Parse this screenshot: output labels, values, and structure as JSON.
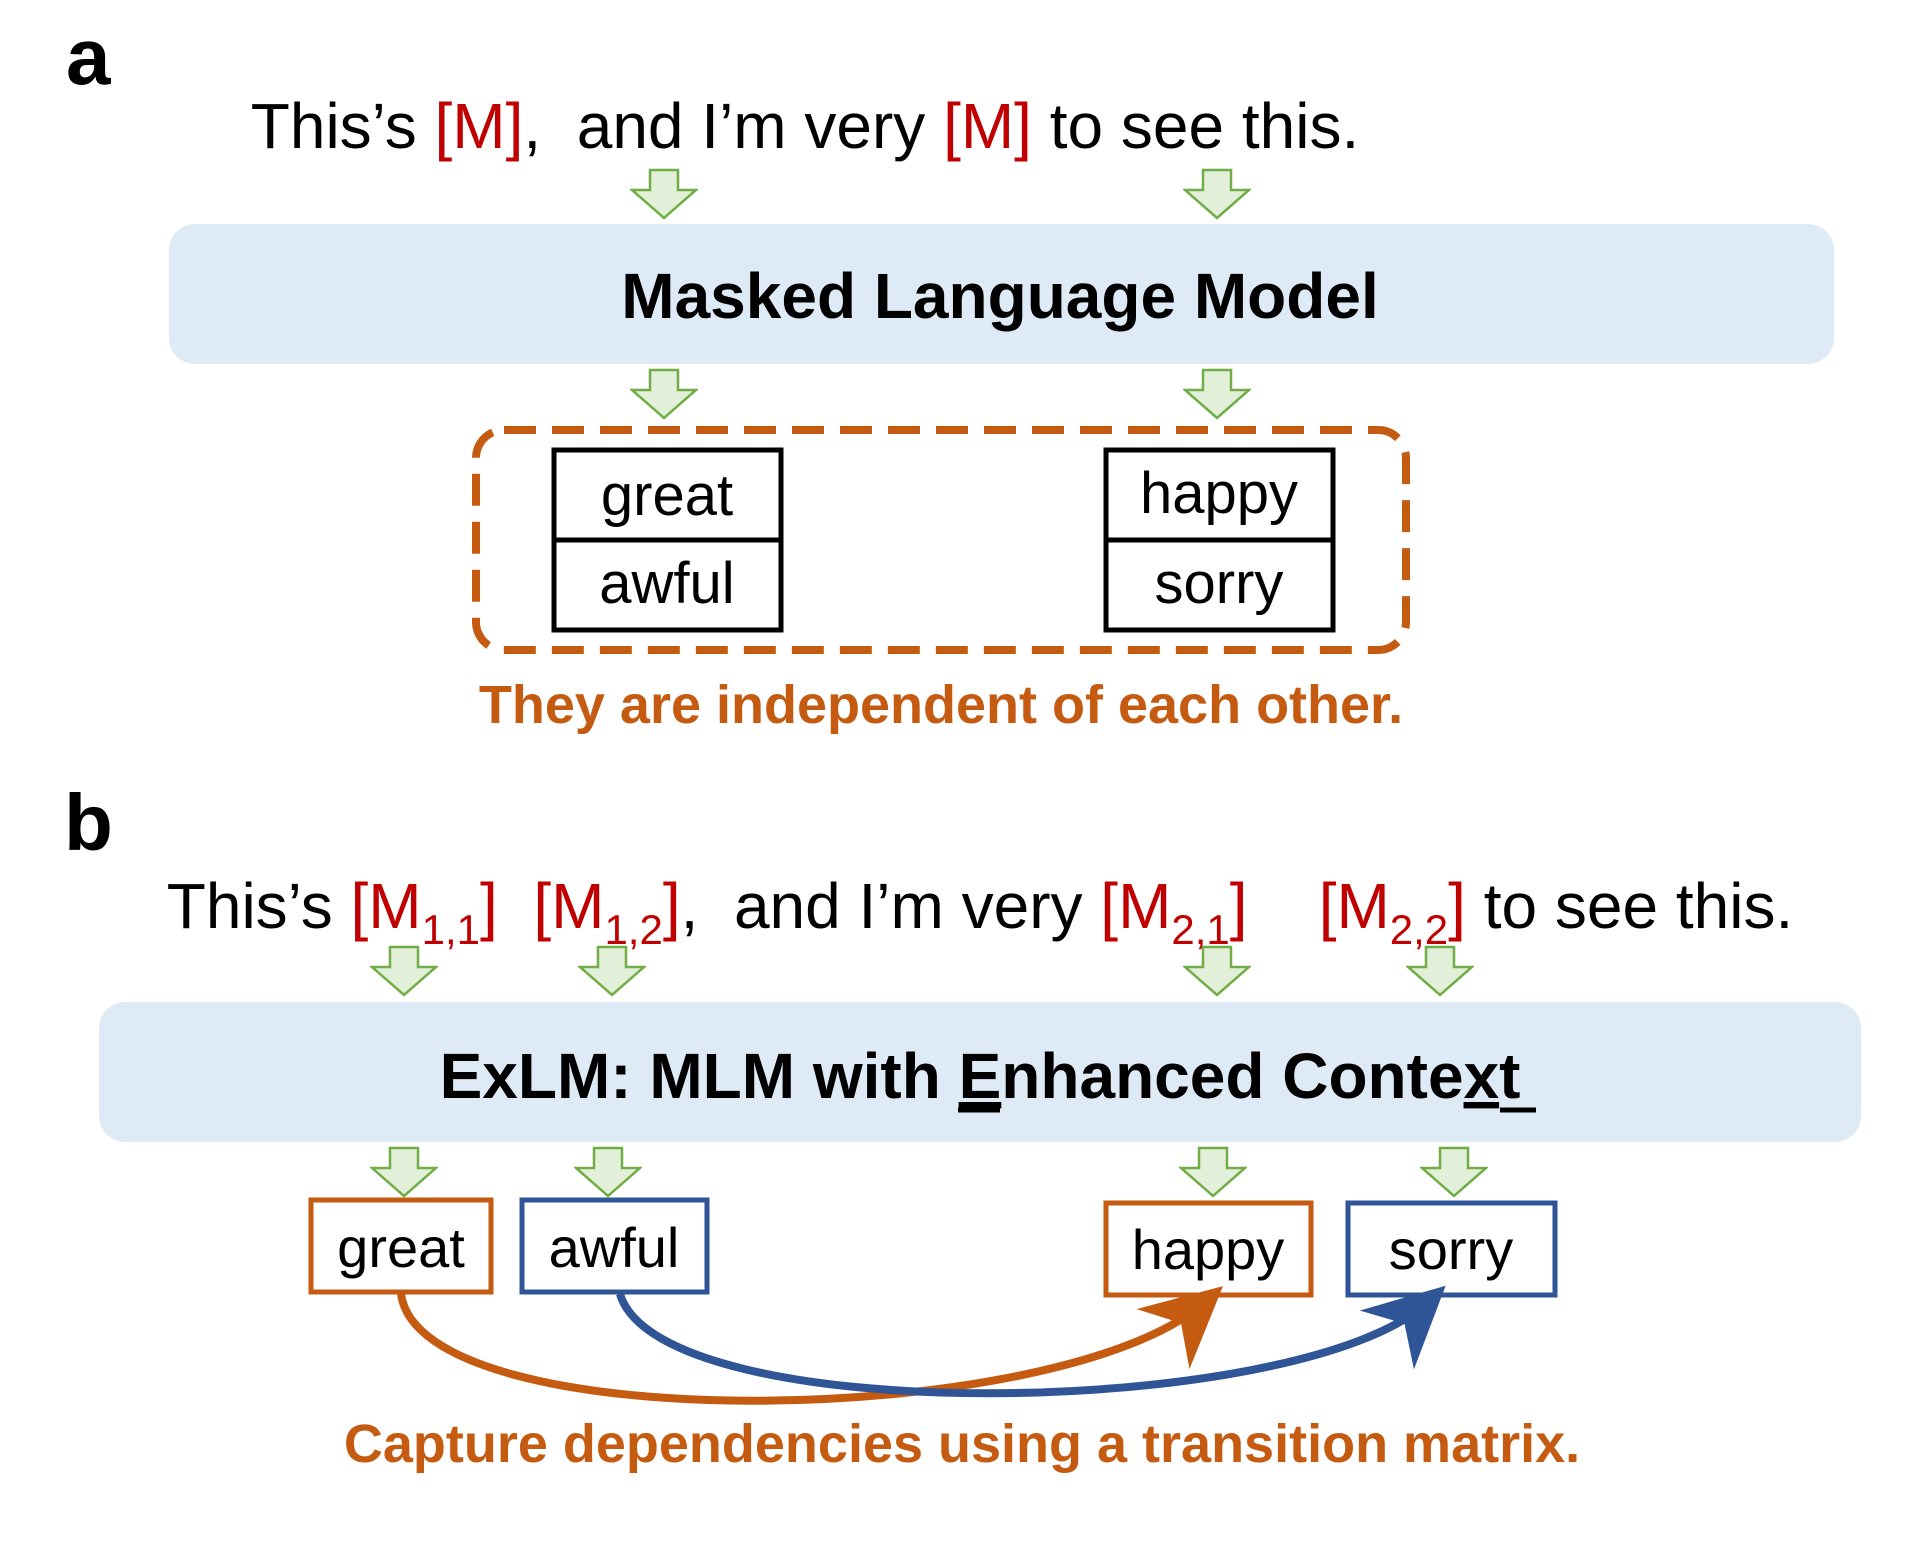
{
  "colors": {
    "mask_red": "#C00000",
    "orange": "#C55A11",
    "blue": "#2F5597",
    "panel_fill": "#DEEAF6",
    "arrow_fill": "#E2F0D9",
    "arrow_stroke": "#70AD47",
    "text": "#000000"
  },
  "panel_a": {
    "label": "a",
    "sentence": {
      "part1": "This’s ",
      "mask1": "[M]",
      "part2": ",  and I’m very ",
      "mask2": "[M]",
      "part3": " to see this."
    },
    "model_title": "Masked Language Model",
    "candidates_left": [
      "great",
      "awful"
    ],
    "candidates_right": [
      "happy",
      "sorry"
    ],
    "note": "They are independent of each other."
  },
  "panel_b": {
    "label": "b",
    "sentence": {
      "part1": "This’s ",
      "mask_prefix": "[M",
      "mask_suffix": "]",
      "sub11": "1,1",
      "sub12": "1,2",
      "sub21": "2,1",
      "sub22": "2,2",
      "part2": ",  and I’m very ",
      "part3": " to see this."
    },
    "model_title": {
      "before_e": "ExLM: MLM with ",
      "e": "E",
      "mid": "nhanced Conte",
      "x": "x",
      "after_x": "t"
    },
    "tokens": [
      "great",
      "awful",
      "happy",
      "sorry"
    ],
    "note": "Capture dependencies using a transition matrix."
  }
}
